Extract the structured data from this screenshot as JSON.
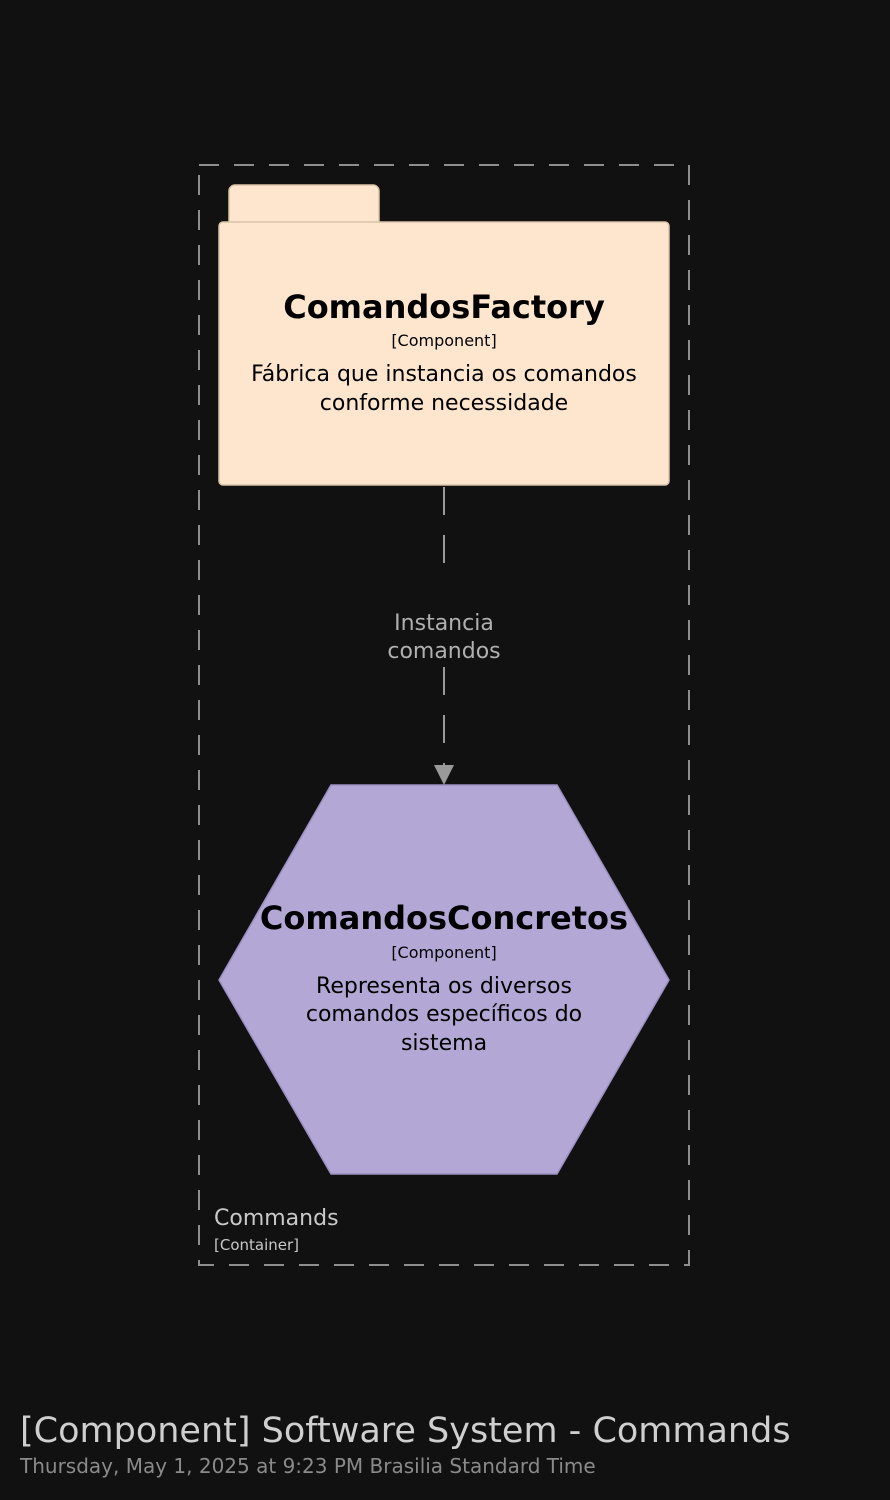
{
  "container": {
    "name": "Commands",
    "type": "[Container]"
  },
  "components": [
    {
      "name": "ComandosFactory",
      "type": "[Component]",
      "description_lines": [
        "Fábrica que instancia os comandos",
        "conforme necessidade"
      ],
      "shape": "folder",
      "color": "#fde6cd"
    },
    {
      "name": "ComandosConcretos",
      "type": "[Component]",
      "description_lines": [
        "Representa os diversos",
        "comandos específicos do",
        "sistema"
      ],
      "shape": "hexagon",
      "color": "#b3a7d5"
    }
  ],
  "relationship": {
    "label_lines": [
      "Instancia",
      "comandos"
    ],
    "from": "ComandosFactory",
    "to": "ComandosConcretos",
    "style": "dashed-arrow"
  },
  "footer": {
    "title": "[Component] Software System - Commands",
    "timestamp": "Thursday, May 1, 2025 at 9:23 PM Brasilia Standard Time"
  },
  "colors": {
    "background": "#111111",
    "boundary": "#8e8e8e",
    "text_dark": "#000000",
    "text_light": "#c9c9c9"
  }
}
